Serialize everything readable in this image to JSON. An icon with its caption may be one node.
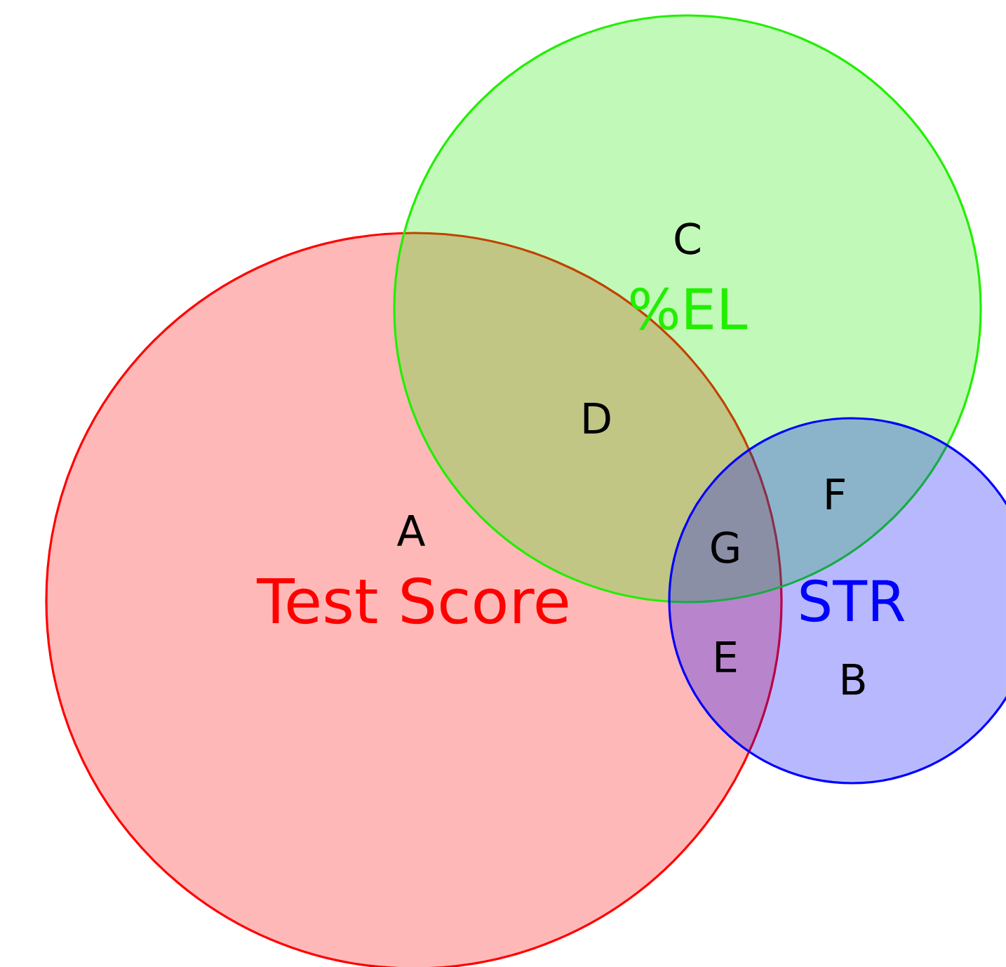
{
  "diagram": {
    "nodes": [
      {
        "text": [
          "Test Score"
        ]
      },
      {
        "text": [
          "%EL"
        ]
      },
      {
        "text": [
          "STR"
        ]
      }
    ],
    "labels": [
      "C",
      "D",
      "A",
      "F",
      "G",
      "E",
      "B"
    ]
  }
}
